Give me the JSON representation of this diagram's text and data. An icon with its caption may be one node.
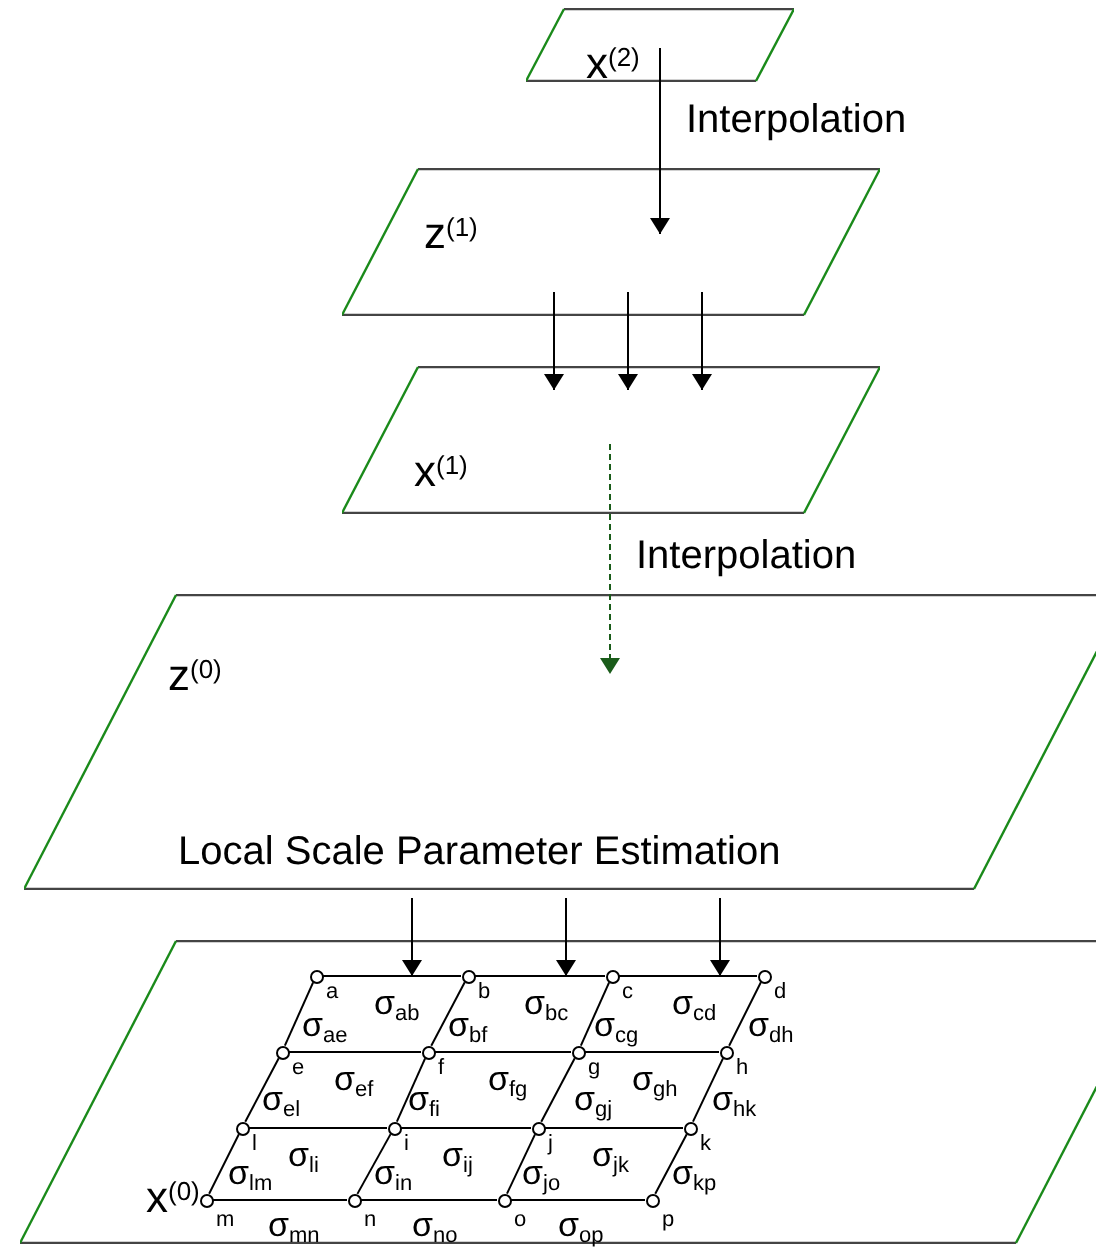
{
  "diagram": {
    "nodes": [
      {
        "text": [
          "x$^{(2)}$"
        ]
      },
      {
        "text": [
          "z$^{(1)}$"
        ]
      },
      {
        "text": [
          "x$^{(1)}$"
        ]
      },
      {
        "text": [
          "z$^{(0)}$"
        ]
      },
      {
        "text": [
          "x$^{(0)}$"
        ]
      },
      {
        "text": [],
        "shape": "circle",
        "in": 4,
        "beside": [
          "a"
        ]
      },
      {
        "text": [],
        "shape": "circle",
        "in": 4,
        "beside": [
          "b"
        ]
      },
      {
        "text": [],
        "shape": "circle",
        "in": 4,
        "beside": [
          "c"
        ]
      },
      {
        "text": [],
        "shape": "circle",
        "in": 4,
        "beside": [
          "d"
        ]
      },
      {
        "text": [],
        "shape": "circle",
        "in": 4,
        "beside": [
          "e"
        ]
      },
      {
        "text": [],
        "shape": "circle",
        "in": 4,
        "beside": [
          "f"
        ]
      },
      {
        "text": [],
        "shape": "circle",
        "in": 4,
        "beside": [
          "g"
        ]
      },
      {
        "text": [],
        "shape": "circle",
        "in": 4,
        "beside": [
          "h"
        ]
      },
      {
        "text": [],
        "shape": "circle",
        "in": 4,
        "beside": [
          "l"
        ]
      },
      {
        "text": [],
        "shape": "circle",
        "in": 4,
        "beside": [
          "i"
        ]
      },
      {
        "text": [],
        "shape": "circle",
        "in": 4,
        "beside": [
          "j"
        ]
      },
      {
        "text": [],
        "shape": "circle",
        "in": 4,
        "beside": [
          "k"
        ]
      },
      {
        "text": [],
        "shape": "circle",
        "in": 4,
        "beside": [
          "m"
        ]
      },
      {
        "text": [],
        "shape": "circle",
        "in": 4,
        "beside": [
          "n"
        ]
      },
      {
        "text": [],
        "shape": "circle",
        "in": 4,
        "beside": [
          "o"
        ]
      },
      {
        "text": [],
        "shape": "circle",
        "in": 4,
        "beside": [
          "p"
        ]
      }
    ],
    "edges": [
      {
        "from": 0,
        "to": 1,
        "arrow": "to",
        "label": "Interpolation"
      },
      {
        "from": 1,
        "to": 2,
        "arrow": "to"
      },
      {
        "from": 1,
        "to": 2,
        "arrow": "to"
      },
      {
        "from": 1,
        "to": 2,
        "arrow": "to"
      },
      {
        "from": 2,
        "to": 3,
        "arrow": "to",
        "label": "Interpolation",
        "style": "dashed",
        "color": "#1a5c1a"
      },
      {
        "from": 3,
        "to": 4,
        "arrow": "to"
      },
      {
        "from": 3,
        "to": 4,
        "arrow": "to"
      },
      {
        "from": 3,
        "to": 4,
        "arrow": "to"
      },
      {
        "from": 5,
        "to": 6,
        "arrow": "none"
      },
      {
        "from": 6,
        "to": 7,
        "arrow": "none"
      },
      {
        "from": 7,
        "to": 8,
        "arrow": "none"
      },
      {
        "from": 9,
        "to": 10,
        "arrow": "none"
      },
      {
        "from": 10,
        "to": 11,
        "arrow": "none"
      },
      {
        "from": 11,
        "to": 12,
        "arrow": "none"
      },
      {
        "from": 13,
        "to": 14,
        "arrow": "none"
      },
      {
        "from": 14,
        "to": 15,
        "arrow": "none"
      },
      {
        "from": 15,
        "to": 16,
        "arrow": "none"
      },
      {
        "from": 17,
        "to": 18,
        "arrow": "none"
      },
      {
        "from": 18,
        "to": 19,
        "arrow": "none"
      },
      {
        "from": 19,
        "to": 20,
        "arrow": "none"
      },
      {
        "from": 5,
        "to": 9,
        "arrow": "none"
      },
      {
        "from": 9,
        "to": 13,
        "arrow": "none"
      },
      {
        "from": 13,
        "to": 17,
        "arrow": "none"
      },
      {
        "from": 6,
        "to": 10,
        "arrow": "none"
      },
      {
        "from": 10,
        "to": 14,
        "arrow": "none"
      },
      {
        "from": 14,
        "to": 18,
        "arrow": "none"
      },
      {
        "from": 7,
        "to": 11,
        "arrow": "none"
      },
      {
        "from": 11,
        "to": 15,
        "arrow": "none"
      },
      {
        "from": 15,
        "to": 19,
        "arrow": "none"
      },
      {
        "from": 8,
        "to": 12,
        "arrow": "none"
      },
      {
        "from": 12,
        "to": 16,
        "arrow": "none"
      },
      {
        "from": 16,
        "to": 20,
        "arrow": "none"
      }
    ],
    "labels": [
      "Local Scale Parameter Estimation",
      "σ$_{ab}$",
      "σ$_{bc}$",
      "σ$_{cd}$",
      "σ$_{ae}$",
      "σ$_{bf}$",
      "σ$_{cg}$",
      "σ$_{dh}$",
      "σ$_{ef}$",
      "σ$_{fg}$",
      "σ$_{gh}$",
      "σ$_{el}$",
      "σ$_{fi}$",
      "σ$_{gj}$",
      "σ$_{hk}$",
      "σ$_{li}$",
      "σ$_{ij}$",
      "σ$_{jk}$",
      "σ$_{lm}$",
      "σ$_{in}$",
      "σ$_{jo}$",
      "σ$_{kp}$",
      "σ$_{mn}$",
      "σ$_{no}$",
      "σ$_{op}$"
    ]
  }
}
